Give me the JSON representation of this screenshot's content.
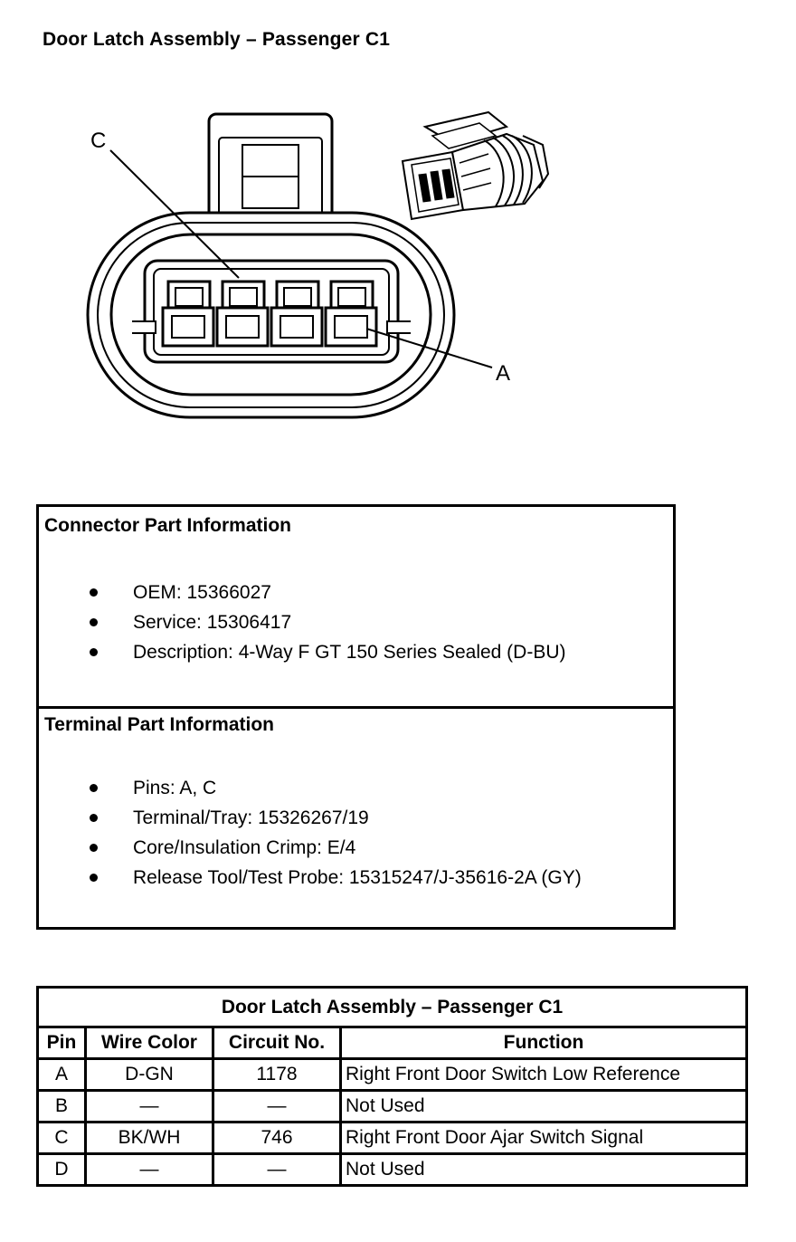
{
  "page": {
    "title": "Door Latch Assembly – Passenger C1"
  },
  "diagram": {
    "label_c": "C",
    "label_a": "A"
  },
  "connector_info": {
    "heading": "Connector Part Information",
    "items": [
      "OEM: 15366027",
      "Service: 15306417",
      "Description: 4-Way F GT 150 Series Sealed (D-BU)"
    ]
  },
  "terminal_info": {
    "heading": "Terminal Part Information",
    "items": [
      "Pins: A, C",
      "Terminal/Tray: 15326267/19",
      "Core/Insulation Crimp: E/4",
      "Release Tool/Test Probe: 15315247/J-35616-2A (GY)"
    ]
  },
  "pin_table": {
    "caption": "Door Latch Assembly – Passenger C1",
    "headers": [
      "Pin",
      "Wire Color",
      "Circuit No.",
      "Function"
    ],
    "rows": [
      [
        "A",
        "D-GN",
        "1178",
        "Right Front Door Switch Low Reference"
      ],
      [
        "B",
        "—",
        "—",
        "Not Used"
      ],
      [
        "C",
        "BK/WH",
        "746",
        "Right Front Door Ajar Switch Signal"
      ],
      [
        "D",
        "—",
        "—",
        "Not Used"
      ]
    ]
  }
}
